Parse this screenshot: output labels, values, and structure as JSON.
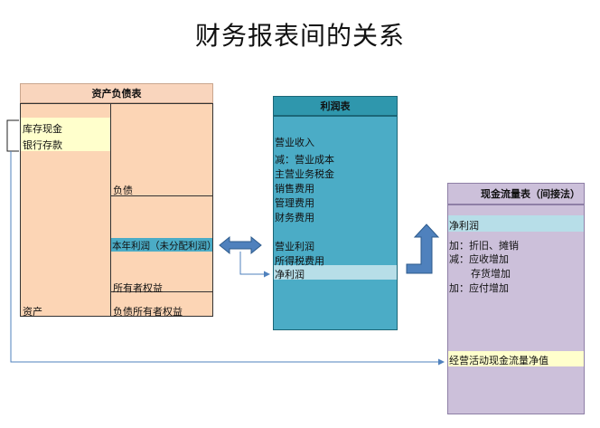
{
  "title": "财务报表间的关系",
  "balance_sheet": {
    "header": "资产负债表",
    "cash": "库存现金",
    "deposit": "银行存款",
    "liabilities": "负债",
    "net_income": "本年利润（未分配利润）",
    "equity": "所有者权益",
    "assets": "资产",
    "total": "负债所有者权益"
  },
  "income_statement": {
    "header": "利润表",
    "lines": [
      "营业收入",
      "减：营业成本",
      "主营业务税金",
      "销售费用",
      "管理费用",
      "财务费用"
    ],
    "operating_profit": "营业利润",
    "income_tax": "所得税费用",
    "net_profit": "净利润"
  },
  "cash_flow": {
    "header": "现金流量表（间接法）",
    "net_profit": "净利润",
    "add_depreciation": "加：折旧、摊销",
    "less_receivables": "减：应收增加",
    "inventory": "存货增加",
    "add_payables": "加：应付增加",
    "net_operating": "经营活动现金流量净值"
  },
  "colors": {
    "balance_sheet": "#fcd5b5",
    "income_statement": "#4bacc6",
    "cash_flow": "#ccc0da",
    "arrow_blue": "#4f81bd",
    "highlight_yellow": "#ffffcc",
    "highlight_lightblue": "#b7dee8"
  }
}
